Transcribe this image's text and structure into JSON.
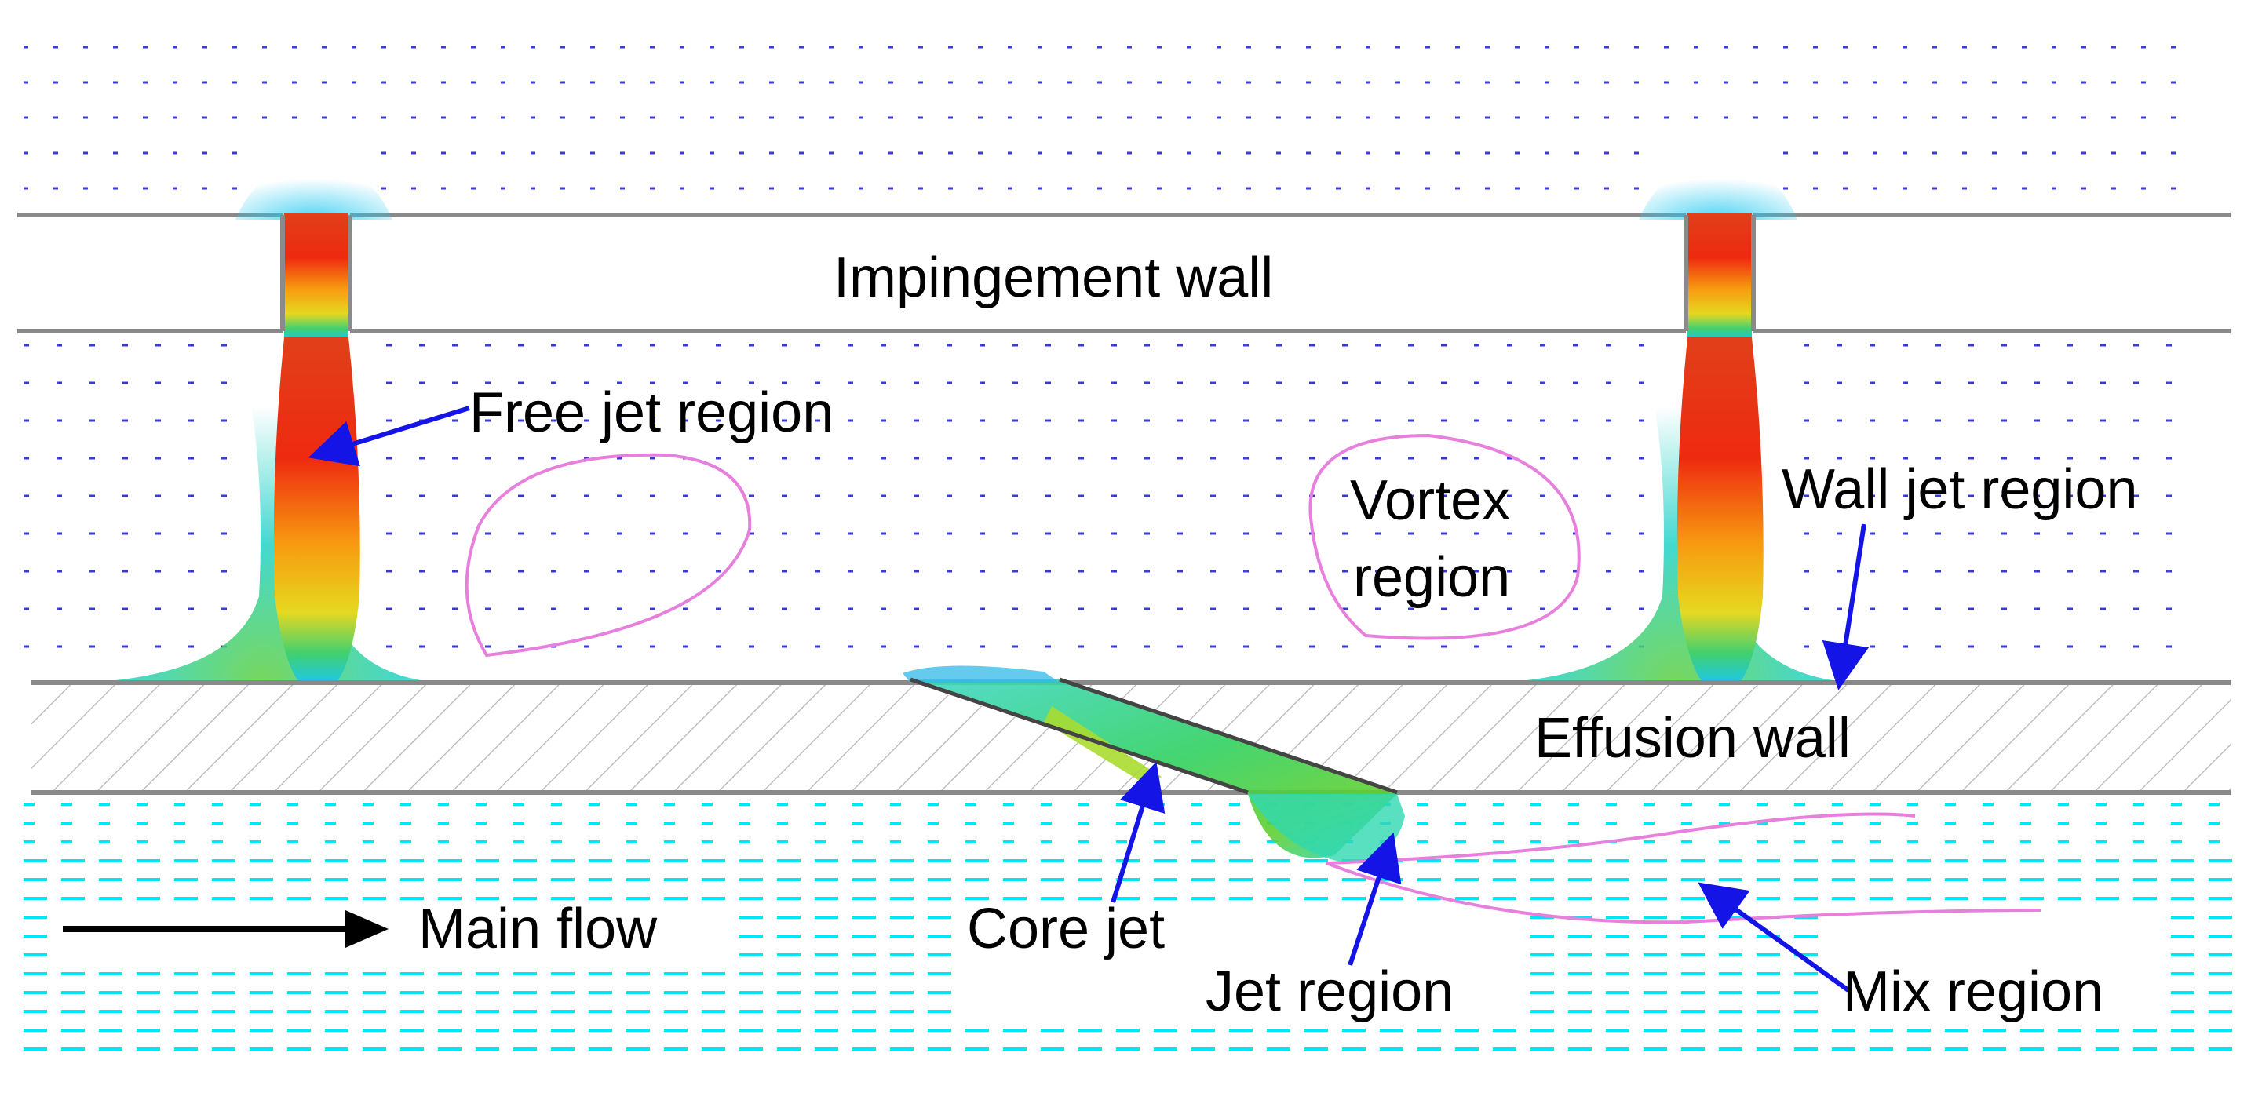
{
  "labels": {
    "impingement_wall": "Impingement wall",
    "effusion_wall": "Effusion wall",
    "free_jet_region": "Free jet region",
    "vortex_region_line1": "Vortex",
    "vortex_region_line2": "region",
    "wall_jet_region": "Wall jet region",
    "core_jet": "Core jet",
    "jet_region": "Jet region",
    "mix_region": "Mix region",
    "main_flow": "Main flow"
  },
  "colors": {
    "pointer_arrow": "#1414e6",
    "region_outline": "#e680dc",
    "main_flow_arrow": "#000000",
    "main_flow_vectors": "#00e5f0",
    "sparse_vectors": "#3a3ad8",
    "jet_core": "#e83a10",
    "jet_mid": "#f8a000",
    "jet_outer": "#c8e020",
    "jet_edge": "#20d8c0"
  },
  "velocity_scale_colors": [
    "#0000ff",
    "#00c8ff",
    "#00e0a0",
    "#80e020",
    "#f0e000",
    "#f8a000",
    "#f05010",
    "#d01010"
  ]
}
